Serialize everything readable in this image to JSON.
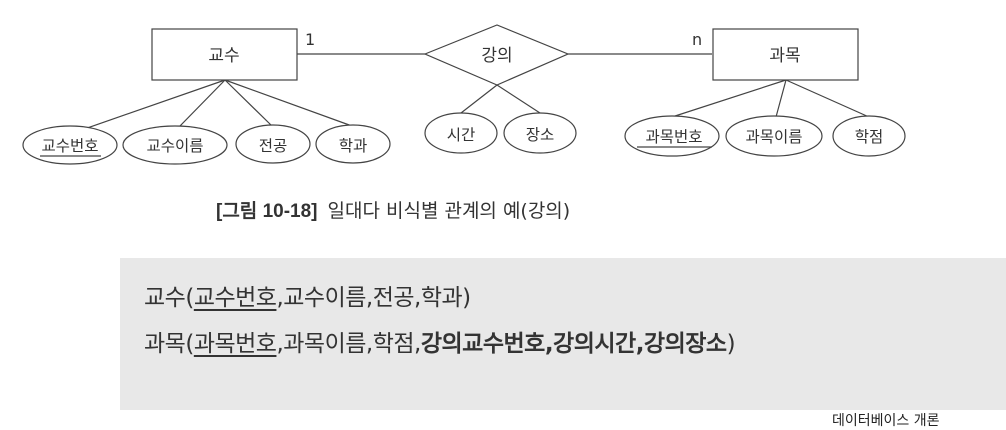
{
  "diagram": {
    "entities": [
      {
        "id": "professor",
        "label": "교수",
        "cardinality": "1"
      },
      {
        "id": "course",
        "label": "과목",
        "cardinality": "n"
      }
    ],
    "relationship": {
      "label": "강의"
    },
    "attributes": {
      "professor": [
        {
          "label": "교수번호",
          "key": true
        },
        {
          "label": "교수이름",
          "key": false
        },
        {
          "label": "전공",
          "key": false
        },
        {
          "label": "학과",
          "key": false
        }
      ],
      "relationship": [
        {
          "label": "시간",
          "key": false
        },
        {
          "label": "장소",
          "key": false
        }
      ],
      "course": [
        {
          "label": "과목번호",
          "key": true
        },
        {
          "label": "과목이름",
          "key": false
        },
        {
          "label": "학점",
          "key": false
        }
      ]
    }
  },
  "caption": {
    "figure_number": "[그림 10-18]",
    "text": "일대다 비식별 관계의 예(강의)"
  },
  "schema": {
    "professor": {
      "table": "교수",
      "open": "(",
      "pk": "교수번호",
      "rest": ",교수이름,전공,학과",
      "close": ")"
    },
    "course": {
      "table": "과목",
      "open": "(",
      "pk": "과목번호",
      "rest": ",과목이름,학점,",
      "fk_bold": "강의교수번호,강의시간,강의장소",
      "close": ")"
    }
  },
  "footer": {
    "text": "데이터베이스 개론"
  }
}
